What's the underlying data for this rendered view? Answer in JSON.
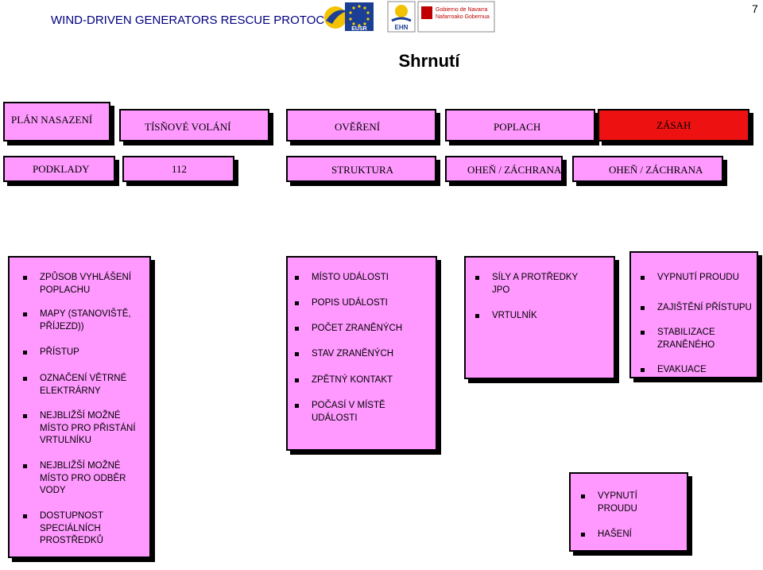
{
  "header": {
    "title": "WIND-DRIVEN GENERATORS RESCUE PROTOCOL",
    "page_number": "7",
    "logos": [
      {
        "name": "eusr-logo",
        "text": "EUSR"
      },
      {
        "name": "ehn-logo",
        "text": "EHN"
      },
      {
        "name": "navarra-government-logo",
        "text": "Gobierno de Navarra Nafarroako Gobernua"
      }
    ]
  },
  "slide_title": "Shrnutí",
  "row1": [
    "PLÁN NASAZENÍ",
    "TÍSŇOVÉ VOLÁNÍ",
    "OVĚŘENÍ",
    "POPLACH",
    "ZÁSAH"
  ],
  "row2": [
    "PODKLADY",
    "112",
    "STRUKTURA",
    "OHEŇ / ZÁCHRANA",
    "OHEŇ / ZÁCHRANA"
  ],
  "col1": [
    "ZPŮSOB VYHLÁŠENÍ\nPOPLACHU",
    "MAPY (STANOVIŠTĚ,\nPŘÍJEZD))",
    "PŘÍSTUP",
    "OZNAČENÍ VĚTRNÉ\nELEKTRÁRNY",
    "NEJBLIŽŠÍ MOŽNÉ\nMÍSTO PRO PŘISTÁNÍ\nVRTULNÍKU",
    "NEJBLIŽŠÍ MOŽNÉ\nMÍSTO PRO ODBĚR\nVODY",
    "DOSTUPNOST\nSPECIÁLNÍCH\nPROSTŘEDKŮ"
  ],
  "col2": [
    "MÍSTO UDÁLOSTI",
    "POPIS UDÁLOSTI",
    "POČET ZRANĚNÝCH",
    "STAV ZRANĚNÝCH",
    "ZPĚTNÝ KONTAKT",
    "POČASÍ V MÍSTĚ\nUDÁLOSTI"
  ],
  "col3": [
    "SÍLY A PROTŘEDKY\nJPO",
    "VRTULNÍK"
  ],
  "col4": [
    "VYPNUTÍ PROUDU",
    "ZAJIŠTĚNÍ PŘÍSTUPU",
    "STABILIZACE\nZRANĚNÉHO",
    "EVAKUACE"
  ],
  "col5": [
    "VYPNUTÍ\nPROUDU",
    "HAŠENÍ"
  ],
  "colors": {
    "box_fill": "#ff99ff",
    "highlight_fill": "#ee1111",
    "header_text": "#000080"
  }
}
